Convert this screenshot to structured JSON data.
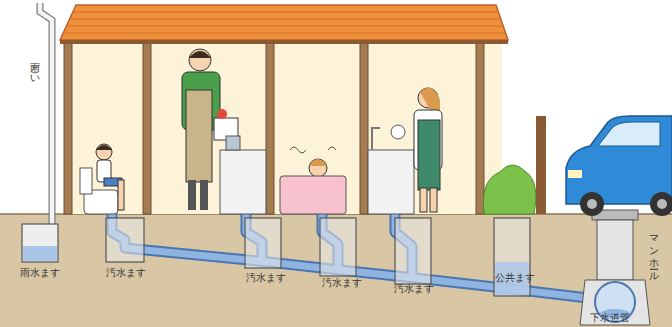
{
  "diagram": {
    "labels": [
      "雨どい",
      "雨水ます",
      "汚水ます",
      "汚水ます",
      "汚水ます",
      "汚水ます",
      "公共ます",
      "マンホール",
      "下水道管"
    ]
  }
}
